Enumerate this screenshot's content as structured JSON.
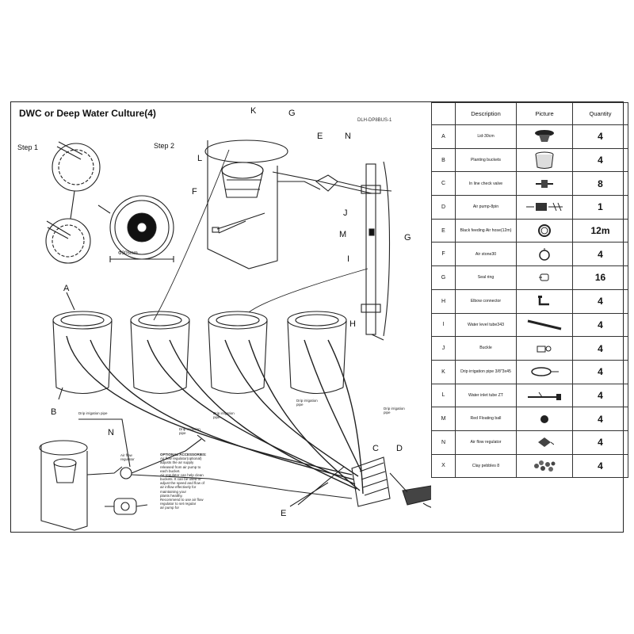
{
  "diagram": {
    "title": "DWC or Deep Water Culture(4)",
    "model_code": "DLH-DP8BUS-1",
    "steps": [
      "Step 1",
      "Step 2"
    ],
    "dimension": "Φ305mm",
    "callouts": {
      "A": "A",
      "B": "B",
      "C": "C",
      "D": "D",
      "E": "E",
      "F": "F",
      "G": "G",
      "H": "H",
      "I": "I",
      "J": "J",
      "K": "K",
      "L": "L",
      "M": "M",
      "N": "N"
    },
    "annotations": {
      "drip1": "Drip irrigation pipe",
      "drip2": "Drip irrigation pipe",
      "drip3": "Drip irrigation pipe",
      "drip4": "Drip irrigation pipe",
      "drip5": "Drip irrigation pipe",
      "air_flow": "Air flow regulator"
    },
    "notes_title": "OPTIONAL ACCESSORIES:",
    "notes": [
      "Air flow regulator(optional)",
      "adjusts the air supply",
      "released from air pump to",
      "each bucket.",
      "Air regulator can help clean",
      "buckets. It can be used to",
      "adjust the speed and flow of",
      "air inflow effectively for",
      "maintaining your",
      "plants healthy.",
      "Recommend to use air flow",
      "regulator to set regular",
      "air pump for"
    ]
  },
  "table": {
    "headers": [
      "",
      "Description",
      "Picture",
      "Quantity"
    ],
    "rows": [
      {
        "letter": "A",
        "description": "Lid-30cm",
        "quantity": "4",
        "icon": "lid-icon"
      },
      {
        "letter": "B",
        "description": "Planting buckets",
        "quantity": "4",
        "icon": "bucket-icon"
      },
      {
        "letter": "C",
        "description": "In line check valve",
        "quantity": "8",
        "icon": "check-valve-icon"
      },
      {
        "letter": "D",
        "description": "Air pump-8pin",
        "quantity": "1",
        "icon": "air-pump-icon"
      },
      {
        "letter": "E",
        "description": "Black feeding Air hose(12m)",
        "quantity": "12m",
        "icon": "hose-coil-icon"
      },
      {
        "letter": "F",
        "description": "Air stone30",
        "quantity": "4",
        "icon": "air-stone-icon"
      },
      {
        "letter": "G",
        "description": "Seal ring",
        "quantity": "16",
        "icon": "seal-ring-icon"
      },
      {
        "letter": "H",
        "description": "Elbow connector",
        "quantity": "4",
        "icon": "elbow-connector-icon"
      },
      {
        "letter": "I",
        "description": "Water level tube343",
        "quantity": "4",
        "icon": "water-level-tube-icon"
      },
      {
        "letter": "J",
        "description": "Buckle",
        "quantity": "4",
        "icon": "buckle-icon"
      },
      {
        "letter": "K",
        "description": "Drip irrigation pipe 3/8\"3x45",
        "quantity": "4",
        "icon": "drip-pipe-icon"
      },
      {
        "letter": "L",
        "description": "Water inlet tube ZT",
        "quantity": "4",
        "icon": "inlet-tube-icon"
      },
      {
        "letter": "M",
        "description": "Red Floating ball",
        "quantity": "4",
        "icon": "floating-ball-icon"
      },
      {
        "letter": "N",
        "description": "Air flow regulator",
        "quantity": "4",
        "icon": "flow-regulator-icon"
      },
      {
        "letter": "X",
        "description": "Clay pebbles 8",
        "quantity": "4",
        "icon": "clay-pebbles-icon"
      }
    ]
  }
}
